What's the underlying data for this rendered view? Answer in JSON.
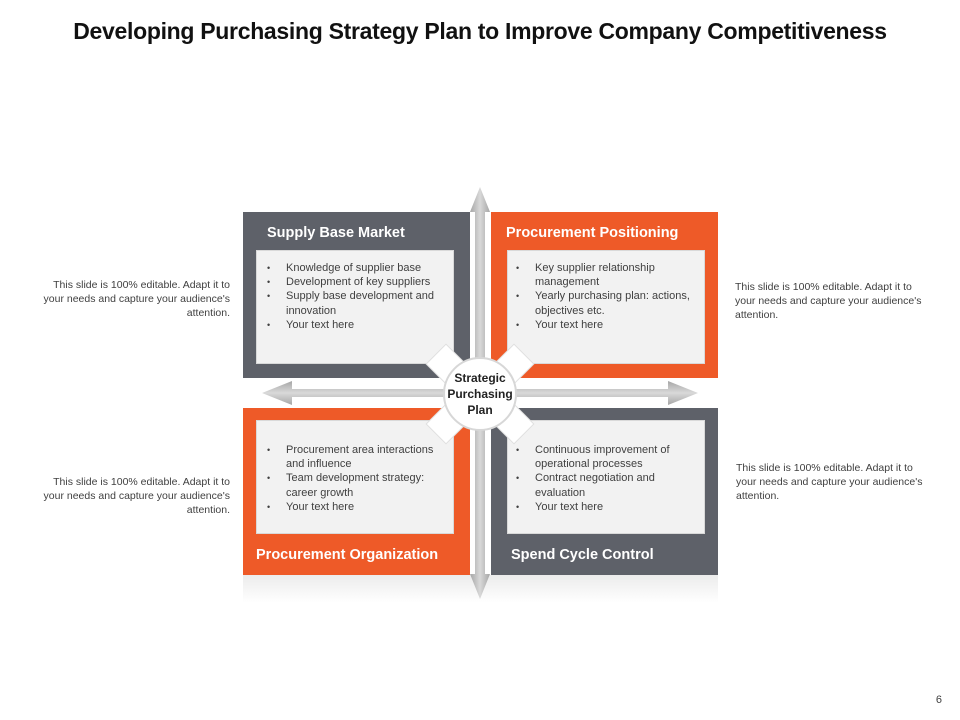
{
  "title": "Developing Purchasing Strategy Plan to Improve Company Competitiveness",
  "center": {
    "label_line1": "Strategic",
    "label_line2": "Purchasing",
    "label_line3": "Plan"
  },
  "quadrants": {
    "top_left": {
      "title": "Supply Base Market",
      "items": [
        "Knowledge of supplier base",
        "Development of key suppliers",
        "Supply base development and innovation",
        "Your text here"
      ]
    },
    "top_right": {
      "title": "Procurement Positioning",
      "items": [
        "Key supplier relationship management",
        "Yearly purchasing plan: actions, objectives etc.",
        "Your text here"
      ]
    },
    "bottom_left": {
      "title": "Procurement Organization",
      "items": [
        "Procurement area interactions and influence",
        "Team development strategy: career growth",
        "Your text here"
      ]
    },
    "bottom_right": {
      "title": "Spend Cycle Control",
      "items": [
        "Continuous improvement of operational processes",
        "Contract negotiation and evaluation",
        "Your text here"
      ]
    }
  },
  "side_notes": {
    "top_left": "This slide is 100% editable. Adapt it to your needs and capture your audience's attention.",
    "top_right": "This slide is 100% editable. Adapt it to your needs and capture your audience's attention.",
    "bottom_left": "This slide is 100% editable. Adapt it to your needs and capture your audience's attention.",
    "bottom_right": "This slide is 100% editable. Adapt it to your needs and capture your audience's attention."
  },
  "page_number": "6",
  "colors": {
    "gray": "#5e6169",
    "orange": "#ee5a28",
    "panel": "#f2f2f2",
    "arrow": "#bfbfbf"
  }
}
